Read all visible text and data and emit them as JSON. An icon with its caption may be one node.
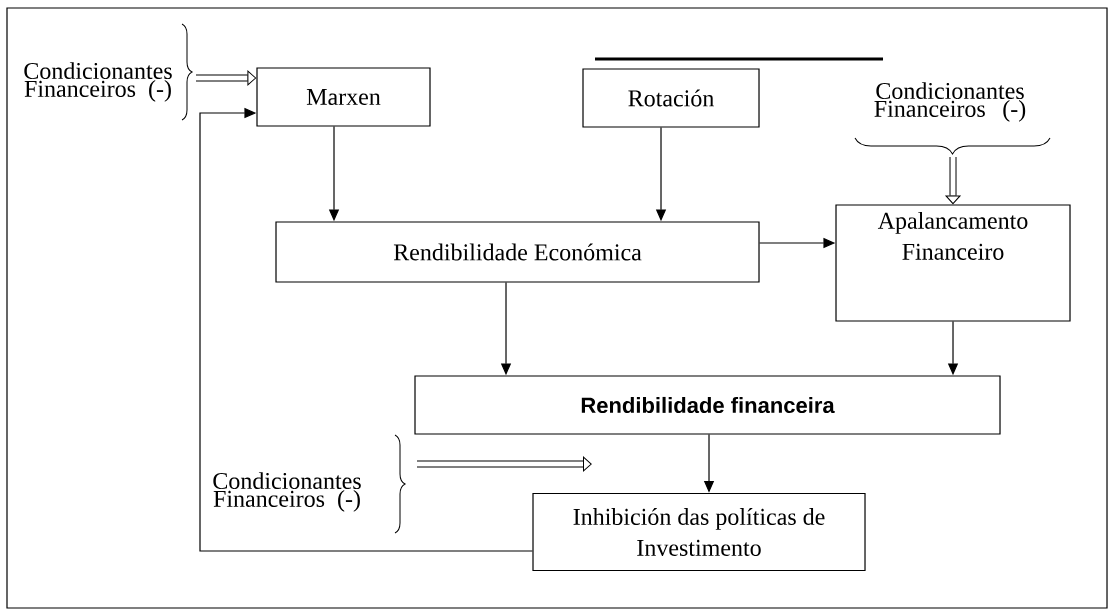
{
  "diagram": {
    "nodes": [
      {
        "text": [
          "Condicionantes Financeiros (-)"
        ]
      },
      {
        "text": [
          "Marxen"
        ]
      },
      {
        "text": [
          "Rotación"
        ]
      },
      {
        "text": [
          "Condicionantes Financeiros (-)"
        ]
      },
      {
        "text": [
          "Rendibilidade Económica"
        ]
      },
      {
        "text": [
          "Apalancamento Financeiro"
        ]
      },
      {
        "text": [
          "Rendibilidade financeira"
        ]
      },
      {
        "text": [
          "Condicionantes Financeiros (-)"
        ]
      },
      {
        "text": [
          "Inhibición das políticas de Investimento"
        ]
      }
    ],
    "edges": [
      {
        "from": 0,
        "to": 1,
        "arrow": "to",
        "style": "thick"
      },
      {
        "from": 1,
        "to": 4,
        "arrow": "to"
      },
      {
        "from": 2,
        "to": 4,
        "arrow": "to"
      },
      {
        "from": 3,
        "to": 5,
        "arrow": "to",
        "style": "thick"
      },
      {
        "from": 4,
        "to": 5,
        "arrow": "to"
      },
      {
        "from": 4,
        "to": 6,
        "arrow": "to"
      },
      {
        "from": 5,
        "to": 6,
        "arrow": "to"
      },
      {
        "from": 6,
        "to": 8,
        "arrow": "to"
      },
      {
        "from": 8,
        "to": 1,
        "arrow": "to"
      },
      {
        "from": 7,
        "to": null,
        "arrow": "to",
        "style": "thick"
      }
    ]
  }
}
